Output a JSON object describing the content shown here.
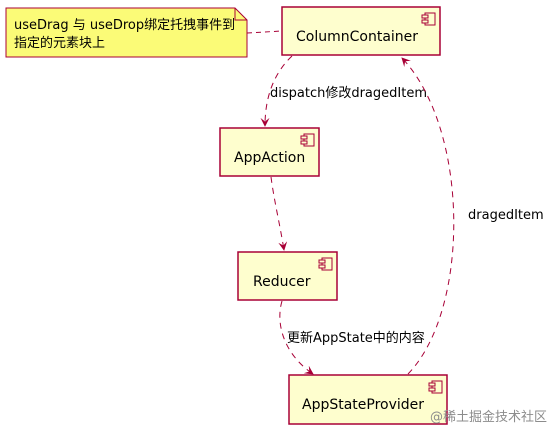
{
  "note": {
    "lines": [
      "useDrag 与 useDrop绑定托拽事件到",
      "指定的元素块上"
    ]
  },
  "components": {
    "column_container": "ColumnContainer",
    "app_action": "AppAction",
    "reducer": "Reducer",
    "app_state_provider": "AppStateProvider"
  },
  "edges": {
    "container_to_action": "dispatch修改dragedItem",
    "reducer_to_provider": "更新AppState中的内容",
    "provider_to_container": "dragedItem"
  },
  "watermark": "@稀土掘金技术社区",
  "colors": {
    "component_fill": "#FEFECE",
    "component_border": "#A80036",
    "note_fill": "#FBFB77"
  }
}
